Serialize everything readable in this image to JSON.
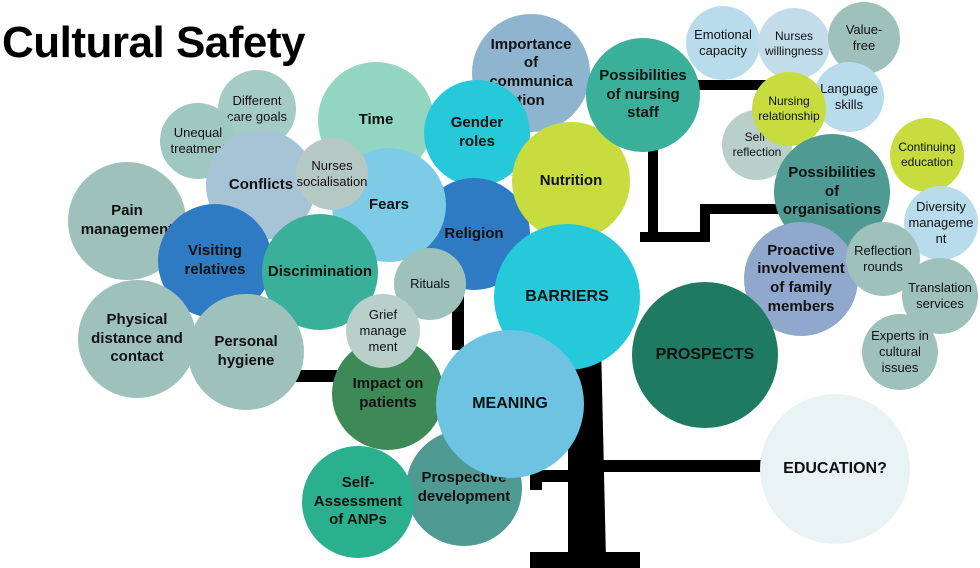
{
  "title": "Cultural Safety",
  "colors": {
    "trunk": "#000000",
    "teal_dark": "#1f7a62",
    "teal": "#3ab09a",
    "cyan": "#26c9d9",
    "blue": "#2e7bc4",
    "sky": "#7ecbe8",
    "lime": "#c7dd3f",
    "grey_green": "#9ec2bb",
    "mint": "#92d6c2",
    "green_dark": "#3e8a57",
    "pale": "#eaf3f3"
  },
  "nodes": {
    "cultural_safety_branches": {
      "different_care_goals": "Different\ncare goals",
      "unequal_treatment": "Unequal\ntreatment",
      "conflicts": "Conflicts",
      "nurses_socialisation": "Nurses\nsocialisation",
      "time": "Time",
      "importance_of_communication": "Importance\nof\ncommunica\ntion",
      "gender_roles": "Gender\nroles",
      "fears": "Fears",
      "pain_management": "Pain\nmanagement",
      "visiting_relatives": "Visiting\nrelatives",
      "discrimination": "Discrimination",
      "religion": "Religion",
      "nutrition": "Nutrition",
      "rituals": "Rituals",
      "grief_management": "Grief\nmanage\nment",
      "physical_distance_and_contact": "Physical\ndistance and\ncontact",
      "personal_hygiene": "Personal\nhygiene",
      "impact_on_patients": "Impact on\npatients",
      "barriers": "BARRIERS",
      "meaning": "MEANING",
      "self_assessment_of_anps": "Self-\nAssessment\nof ANPs",
      "prospective_development": "Prospective\ndevelopment"
    },
    "prospects_branches": {
      "emotional_capacity": "Emotional\ncapacity",
      "nurses_willingness": "Nurses\nwillingness",
      "value_free": "Value-\nfree",
      "possibilities_of_nursing_staff": "Possibilities\nof nursing\nstaff",
      "language_skills": "Language\nskills",
      "nursing_relationship": "Nursing\nrelationship",
      "self_reflection": "Self-\nreflection",
      "continuing_education": "Continuing\neducation",
      "possibilities_of_organisations": "Possibilities\nof\norganisations",
      "diversity_management": "Diversity\nmanageme\nnt",
      "proactive_involvement_of_family_members": "Proactive\ninvolvement\nof family\nmembers",
      "reflection_rounds": "Reflection\nrounds",
      "translation_services": "Translation\nservices",
      "prospects": "PROSPECTS",
      "experts_in_cultural_issues": "Experts in\ncultural\nissues",
      "education": "EDUCATION?"
    }
  }
}
